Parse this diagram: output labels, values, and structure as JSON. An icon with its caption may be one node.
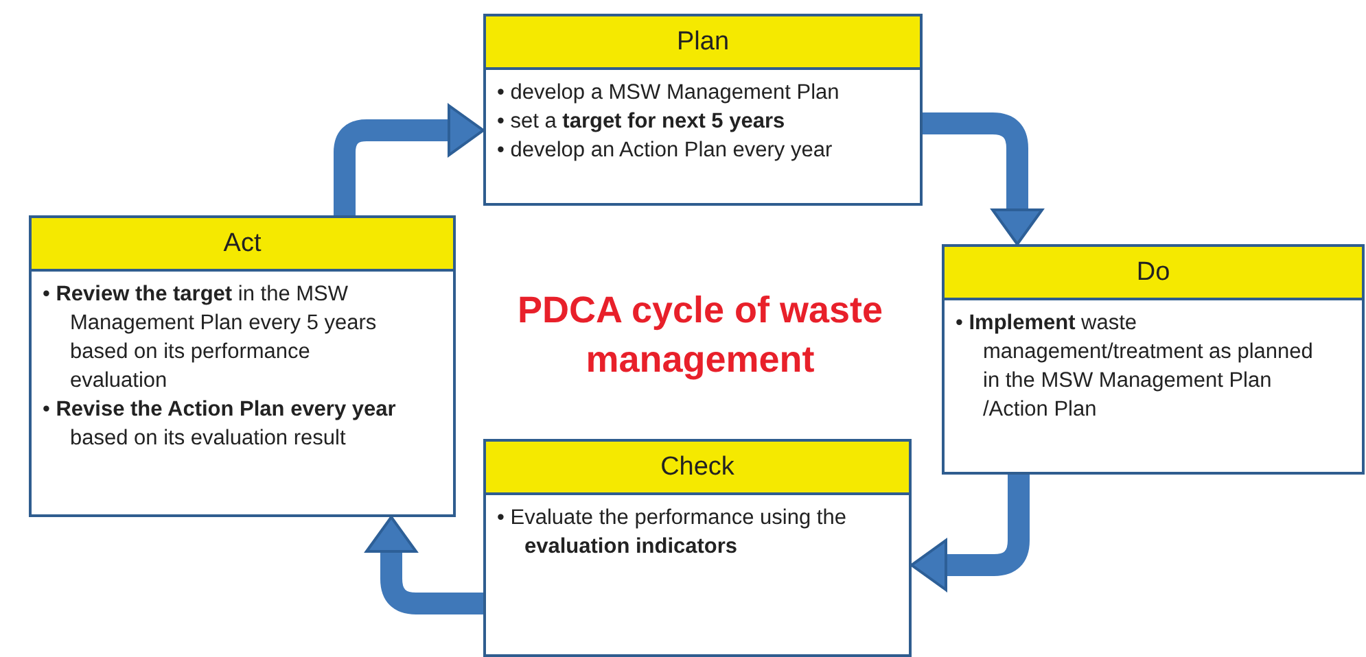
{
  "diagram": {
    "title": "PDCA cycle of waste management",
    "nodes": [
      {
        "text": [
          "Plan",
          "• develop a MSW Management Plan",
          "• set a **target for next 5 years**",
          "• develop an Action Plan every year"
        ]
      },
      {
        "text": [
          "Act",
          "• **Review the target** in the MSW Management Plan every 5 years based on its performance evaluation",
          "• **Revise the Action Plan every year** based on its evaluation result"
        ]
      },
      {
        "text": [
          "Do",
          "• **Implement** waste management/treatment as planned in the MSW Management Plan /Action Plan"
        ]
      },
      {
        "text": [
          "Check",
          "• Evaluate the performance using the **evaluation indicators**"
        ]
      }
    ],
    "edges": [
      {
        "from": 1,
        "to": 0,
        "arrow": "to"
      },
      {
        "from": 0,
        "to": 2,
        "arrow": "to"
      },
      {
        "from": 2,
        "to": 3,
        "arrow": "to"
      },
      {
        "from": 3,
        "to": 1,
        "arrow": "to"
      }
    ]
  }
}
